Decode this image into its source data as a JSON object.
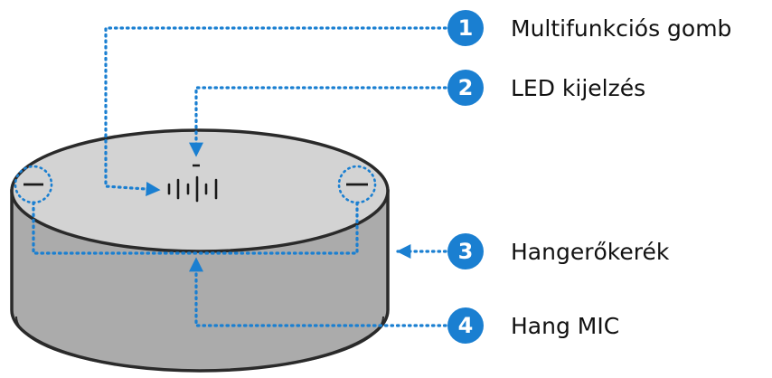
{
  "colors": {
    "accent": "#1a7fd1",
    "device_side": "#ababab",
    "device_top": "#d3d3d3",
    "outline": "#2a2a2a"
  },
  "callouts": [
    {
      "number": "1",
      "label": "Multifunkciós gomb"
    },
    {
      "number": "2",
      "label": "LED kijelzés"
    },
    {
      "number": "3",
      "label": "Hangerőkerék"
    },
    {
      "number": "4",
      "label": "Hang MIC"
    }
  ]
}
